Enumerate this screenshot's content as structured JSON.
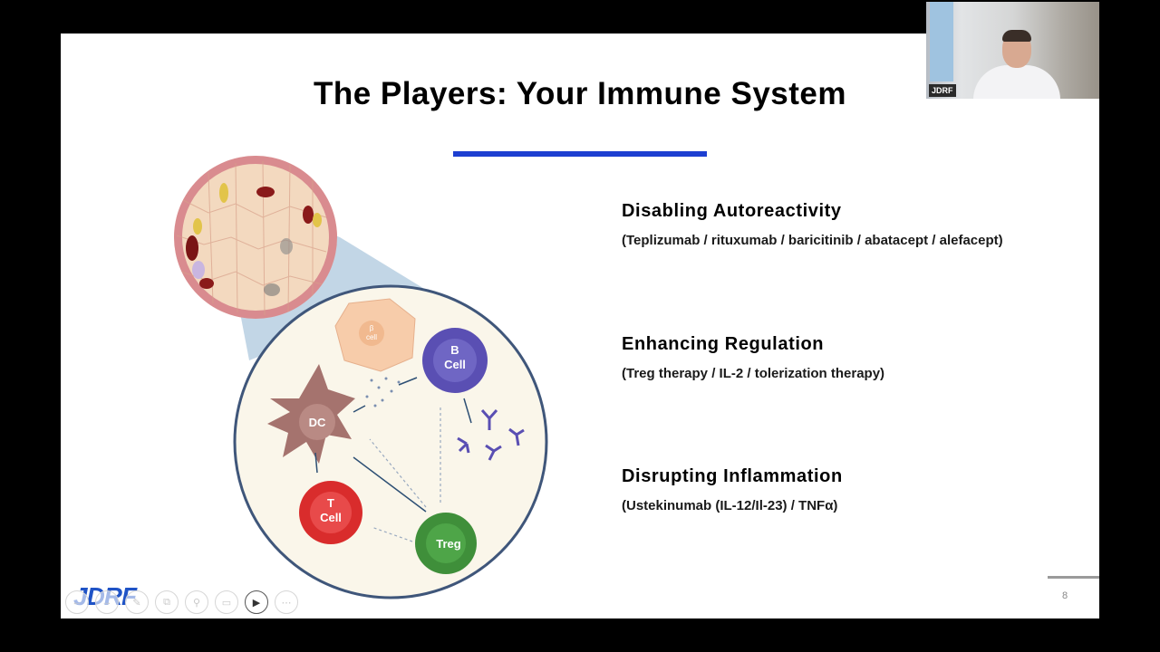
{
  "slide": {
    "title": "The Players: Your Immune System",
    "sections": [
      {
        "heading": "Disabling Autoreactivity",
        "detail": "(Teplizumab / rituxumab / baricitinib / abatacept / alefacept)"
      },
      {
        "heading": "Enhancing Regulation",
        "detail": "(Treg therapy / IL-2 / tolerization therapy)"
      },
      {
        "heading": "Disrupting Inflammation",
        "detail": "(Ustekinumab (IL-12/Il-23) / TNFα)"
      }
    ],
    "diagram": {
      "beta_cell": {
        "symbol": "β",
        "label": "cell"
      },
      "b_cell": {
        "line1": "B",
        "line2": "Cell"
      },
      "dc": "DC",
      "t_cell": {
        "line1": "T",
        "line2": "Cell"
      },
      "treg": "Treg"
    },
    "logo": "JDRF",
    "page_number": "8"
  },
  "webcam": {
    "name_tag": "JDRF"
  },
  "toolbar": {
    "buttons": [
      "arrow-left-icon",
      "arrow-right-icon",
      "pen-icon",
      "copy-icon",
      "zoom-icon",
      "screen-icon",
      "video-icon",
      "more-icon"
    ]
  },
  "colors": {
    "accent_underline": "#1d3fd1",
    "logo": "#1f53c6",
    "b_cell": "#5a4fb3",
    "t_cell": "#d92c2c",
    "treg": "#3f8f3a",
    "dc": "#a5736e"
  }
}
